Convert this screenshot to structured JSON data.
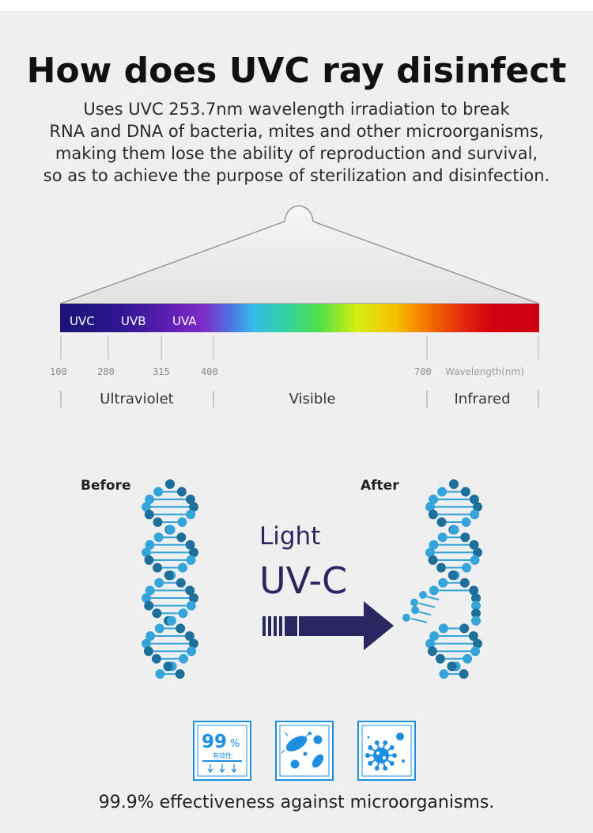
{
  "title": "How does UVC ray disinfect",
  "description_lines": [
    "Uses UVC 253.7nm wavelength irradiation to break",
    "RNA and DNA of bacteria, mites and other microorganisms,",
    "making them lose the ability of reproduction and survival,",
    "so as to achieve the purpose of sterilization and disinfection."
  ],
  "spectrum": {
    "bands": [
      "UVC",
      "UVB",
      "UVA"
    ],
    "ticks": [
      "100",
      "280",
      "315",
      "400",
      "700"
    ],
    "axis_label": "Wavelength(nm)",
    "regions": [
      "Ultraviolet",
      "Visible",
      "Infrared"
    ]
  },
  "dna": {
    "before_label": "Before",
    "after_label": "After",
    "light_label": "Light",
    "uvc_label": "UV-C"
  },
  "icons": {
    "badge_value": "99",
    "badge_unit": "%",
    "badge_subtext": "有效性",
    "items": [
      "99-percent-effective-icon",
      "bacteria-icon",
      "virus-icon"
    ]
  },
  "caption": "99.9% effectiveness against microorganisms.",
  "colors": {
    "dna_dark": "#1e6f9a",
    "dna_light": "#35a5d9",
    "arrow": "#2a2760",
    "icon_blue": "#1c8fe0"
  }
}
